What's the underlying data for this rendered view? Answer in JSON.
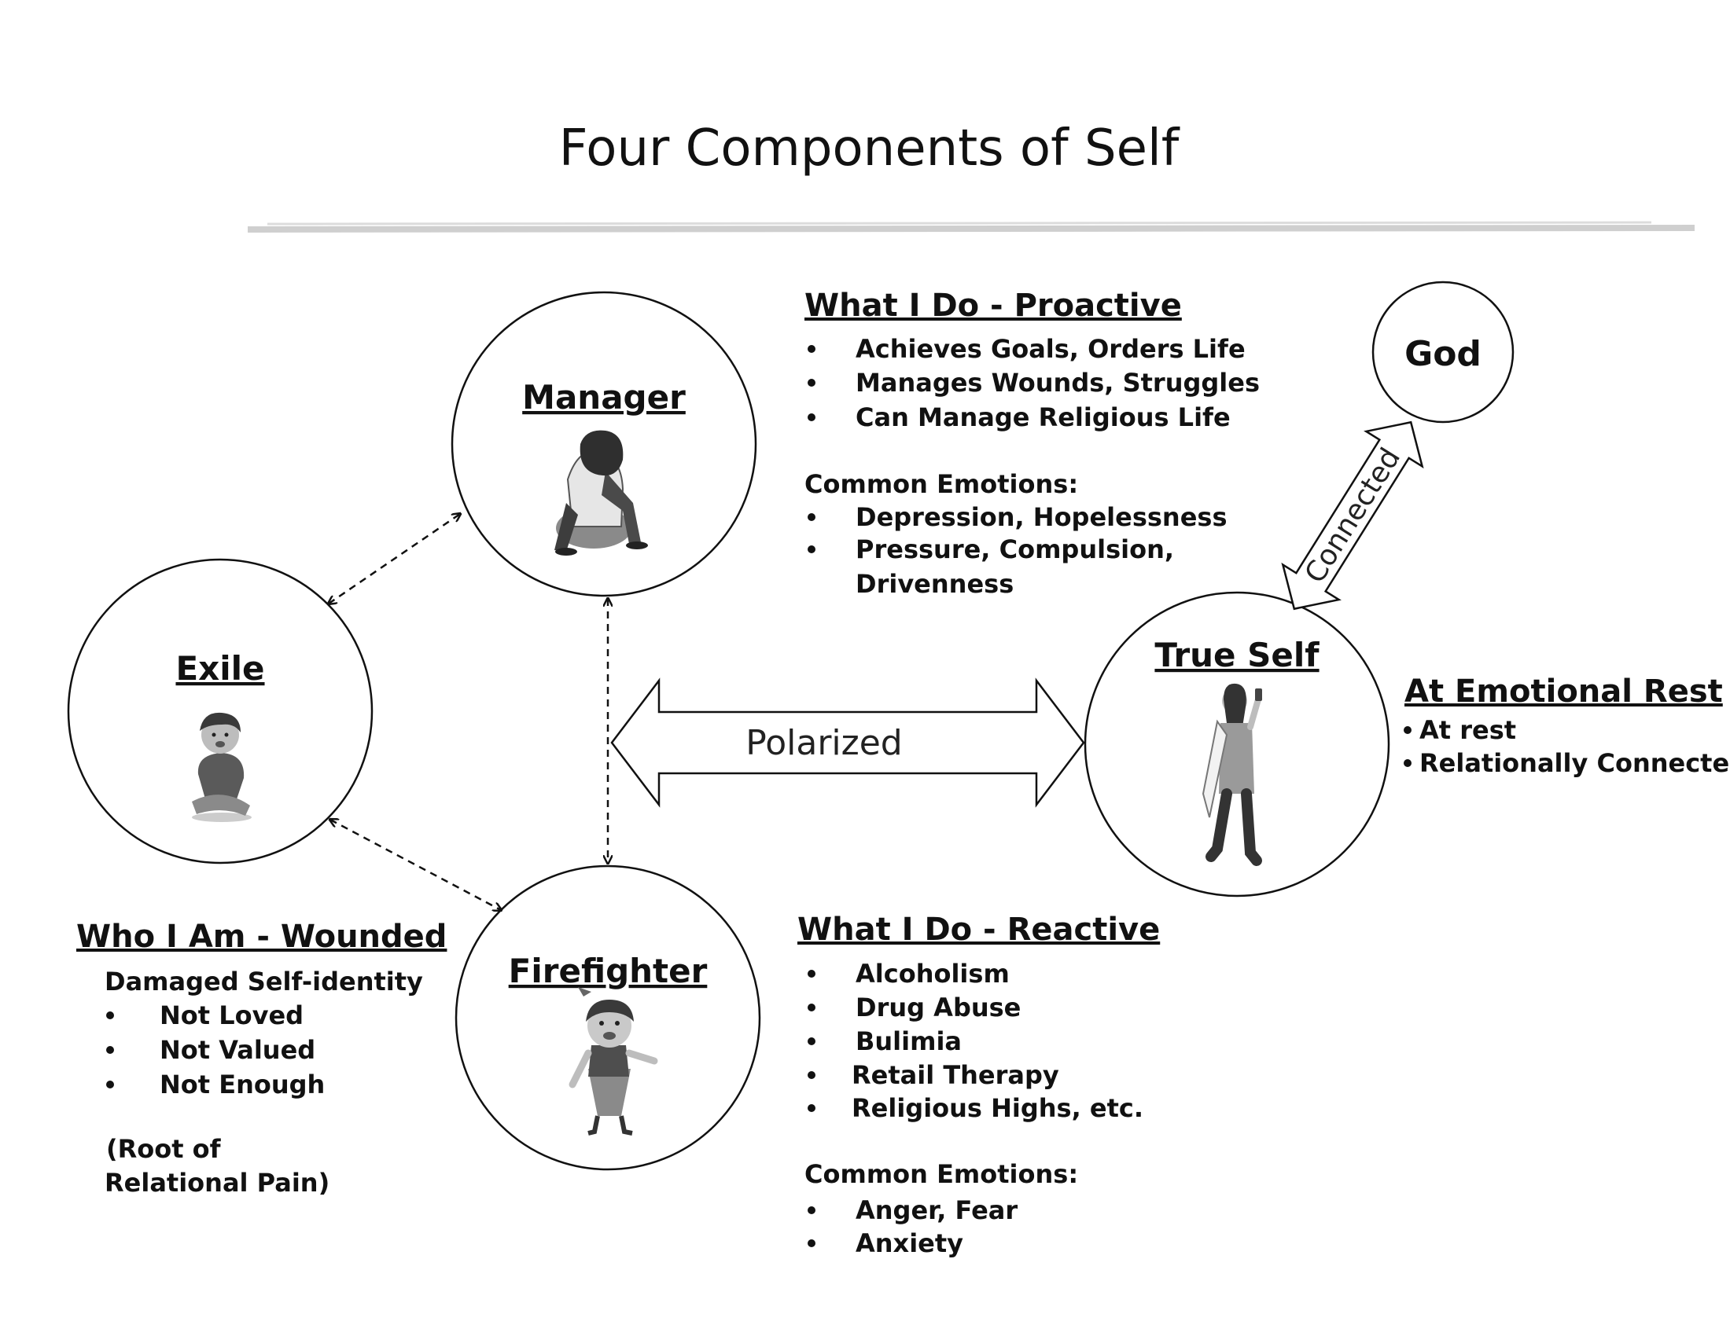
{
  "title": "Four Components of Self",
  "nodes": {
    "manager": "Manager",
    "exile": "Exile",
    "firefighter": "Firefighter",
    "true_self": "True Self",
    "god": "God"
  },
  "arrows": {
    "polarized": "Polarized",
    "connected": "Connected"
  },
  "manager_panel": {
    "heading": "What I Do - Proactive",
    "items": [
      "Achieves Goals, Orders Life",
      "Manages Wounds, Struggles",
      "Can Manage Religious Life"
    ],
    "emotions_heading": "Common Emotions:",
    "emotions": [
      "Depression, Hopelessness",
      "Pressure, Compulsion,",
      "Drivenness"
    ]
  },
  "firefighter_panel": {
    "heading": "What I Do - Reactive",
    "items": [
      "Alcoholism",
      "Drug Abuse",
      "Bulimia",
      "Retail Therapy",
      "Religious Highs, etc."
    ],
    "emotions_heading": "Common Emotions:",
    "emotions": [
      "Anger, Fear",
      "Anxiety"
    ]
  },
  "exile_panel": {
    "heading": "Who I Am - Wounded",
    "subheading": "Damaged Self-identity",
    "items": [
      "Not Loved",
      "Not Valued",
      "Not Enough"
    ],
    "note_line1": "(Root of",
    "note_line2": "Relational Pain)"
  },
  "true_self_panel": {
    "heading": "At Emotional Rest",
    "items": [
      "At rest",
      "Relationally Connected"
    ]
  },
  "colors": {
    "ink": "#111111",
    "figure_dark": "#3a3a3a",
    "figure_mid": "#777777",
    "figure_light": "#bdbdbd",
    "rule": "#cfcfcf"
  }
}
